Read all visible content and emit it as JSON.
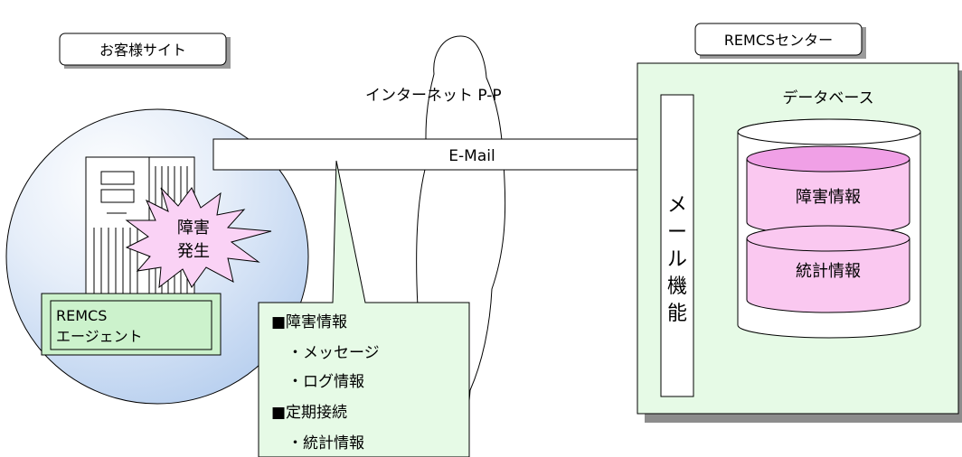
{
  "customer_site": {
    "label": "お客様サイト",
    "failure_burst": [
      "障害",
      "発生"
    ],
    "agent": [
      "REMCS",
      "エージェント"
    ]
  },
  "network": {
    "label": "インターネット P-P",
    "arrow_label": "E-Mail"
  },
  "callout": {
    "lines": [
      "■障害情報",
      "・メッセージ",
      "・ログ情報",
      "■定期接続",
      "・統計情報"
    ]
  },
  "center": {
    "label": "REMCSセンター",
    "mail_function": [
      "メ",
      "ー",
      "ル",
      "機",
      "能"
    ],
    "database": {
      "label": "データベース",
      "failure_info": "障害情報",
      "stats_info": "統計情報"
    }
  },
  "colors": {
    "customer_circle": "#c8dcf4",
    "green_fill": "#e6fae6",
    "agent_fill": "#ccf2cc",
    "burst_fill": "#fad2f5",
    "db_top_fill": "#f0a0e6",
    "db_body_fill": "#fac8f0",
    "shadow": "#8c8c8c"
  }
}
